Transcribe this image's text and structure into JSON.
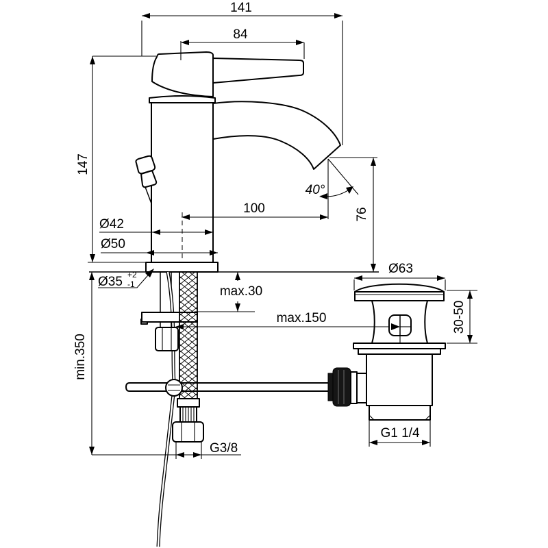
{
  "drawing": {
    "kind": "technical dimension drawing",
    "subject": "single-lever basin mixer tap with flexible supply hose and pop-up waste",
    "line_color": "#000000",
    "background_color": "#ffffff"
  },
  "labels": {
    "overall_width": "141",
    "lever_length": "84",
    "total_height": "147",
    "spout_reach": "100",
    "spout_angle": "40°",
    "outlet_height": "76",
    "body_diameter": "Ø42",
    "base_diameter": "Ø50",
    "hole_diameter": "Ø35",
    "hole_tolerance_plus": "+2",
    "hole_tolerance_minus": "-1",
    "deck_thickness_max": "max.30",
    "pull_rod_max": "max.150",
    "hose_length_min": "min.350",
    "waste_flange_diameter": "Ø63",
    "waste_height_range": "30-50",
    "waste_thread": "G1 1/4",
    "supply_thread": "G3/8"
  }
}
